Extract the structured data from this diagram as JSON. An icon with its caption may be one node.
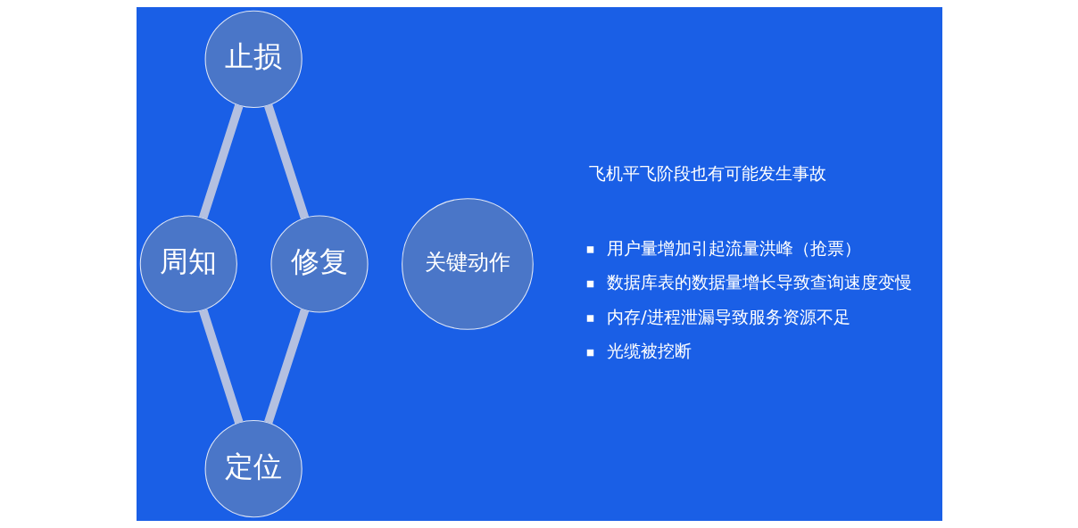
{
  "diagram": {
    "nodes": [
      {
        "text": [
          "止损"
        ]
      },
      {
        "text": [
          "修复"
        ]
      },
      {
        "text": [
          "关键动作"
        ]
      },
      {
        "text": [
          "周知"
        ]
      },
      {
        "text": [
          "定位"
        ]
      }
    ],
    "edges": [
      {
        "from": 0,
        "to": 3,
        "arrow": "none"
      },
      {
        "from": 3,
        "to": 4,
        "arrow": "none"
      },
      {
        "from": 4,
        "to": 1,
        "arrow": "none"
      },
      {
        "from": 1,
        "to": 0,
        "arrow": "none"
      }
    ],
    "labels": [
      "飞机平飞阶段也有可能发生事故",
      "用户量增加引起流量洪峰（抢票）",
      "数据库表的数据量增长导致查询速度变慢",
      "内存/进程泄漏导致服务资源不足",
      "光缆被挖断"
    ]
  }
}
